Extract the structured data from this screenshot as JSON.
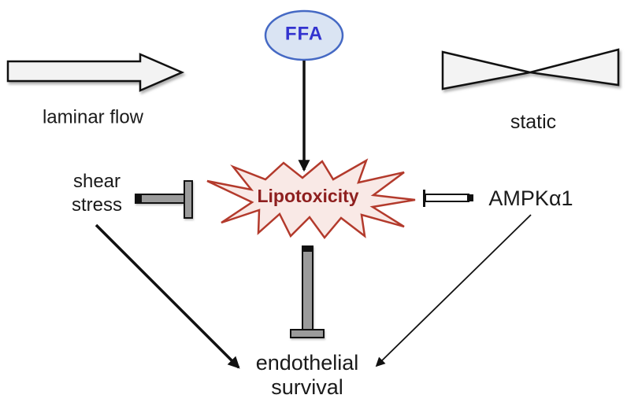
{
  "figure": {
    "title": "FFA lipotoxicity signaling diagram",
    "nodes": {
      "ffa": "FFA",
      "lipotoxicity": "Lipotoxicity",
      "shear_stress": "shear stress",
      "ampk_alpha1": "AMPKα1",
      "endothelial_survival": "endothelial survival"
    },
    "condition_labels": {
      "laminar_flow": "laminar flow",
      "static": "static"
    },
    "relationships": [
      "FFA -> Lipotoxicity (activation arrow)",
      "shear stress -| Lipotoxicity (inhibition bar)",
      "AMPKα1 -| Lipotoxicity (inhibition bar)",
      "Lipotoxicity -| endothelial survival (inhibition bar)",
      "shear stress -> endothelial survival (arrow)",
      "AMPKα1 -> endothelial survival (arrow)"
    ]
  },
  "colors": {
    "bg": "#ffffff",
    "ink": "#111111",
    "text": "#1a1a1a",
    "ffa-fill": "#dae4f3",
    "ffa-stroke": "#4569c4",
    "ffa-text": "#3333cf",
    "star-fill": "#f9e9e6",
    "star-stroke": "#b33a2c",
    "star-text": "#8e1f1f",
    "bar-gray": "#9b9b9b",
    "shape-light": "#f3f3f3"
  }
}
